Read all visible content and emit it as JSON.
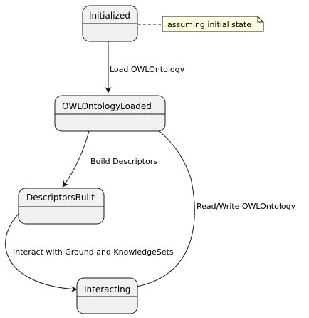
{
  "states": [
    {
      "id": "initialized",
      "label": "Initialized"
    },
    {
      "id": "owl-ontology-loaded",
      "label": "OWLOntologyLoaded"
    },
    {
      "id": "descriptors-built",
      "label": "DescriptorsBuilt"
    },
    {
      "id": "interacting",
      "label": "Interacting"
    }
  ],
  "transitions": [
    {
      "from": "initialized",
      "to": "owl-ontology-loaded",
      "label": "Load OWLOntology"
    },
    {
      "from": "owl-ontology-loaded",
      "to": "descriptors-built",
      "label": "Build Descriptors"
    },
    {
      "from": "descriptors-built",
      "to": "interacting",
      "label": "Interact with Ground and KnowledgeSets"
    },
    {
      "from": "interacting",
      "to": "owl-ontology-loaded",
      "label": "Read/Write OWLOntology"
    }
  ],
  "note": {
    "text": "assuming initial state"
  },
  "colors": {
    "state_fill": "#f1f1f1",
    "state_stroke": "#181818",
    "note_fill": "#feffdd",
    "note_stroke": "#181818",
    "edge": "#181818"
  }
}
